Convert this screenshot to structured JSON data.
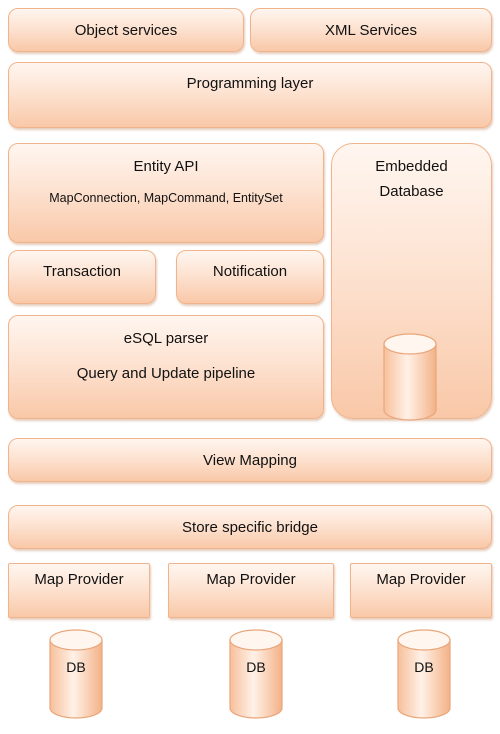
{
  "diagram": {
    "object_services": "Object services",
    "xml_services": "XML Services",
    "programming_layer": "Programming layer",
    "entity_api": {
      "title": "Entity API",
      "subtitle": "MapConnection, MapCommand, EntitySet"
    },
    "transaction": "Transaction",
    "notification": "Notification",
    "esql": {
      "title": "eSQL parser",
      "subtitle": "Query and Update pipeline"
    },
    "embedded_database": {
      "line1": "Embedded",
      "line2": "Database"
    },
    "view_mapping": "View Mapping",
    "store_bridge": "Store specific bridge",
    "providers": [
      {
        "label": "Map Provider",
        "db": "DB"
      },
      {
        "label": "Map Provider",
        "db": "DB"
      },
      {
        "label": "Map Provider",
        "db": "DB"
      }
    ]
  }
}
